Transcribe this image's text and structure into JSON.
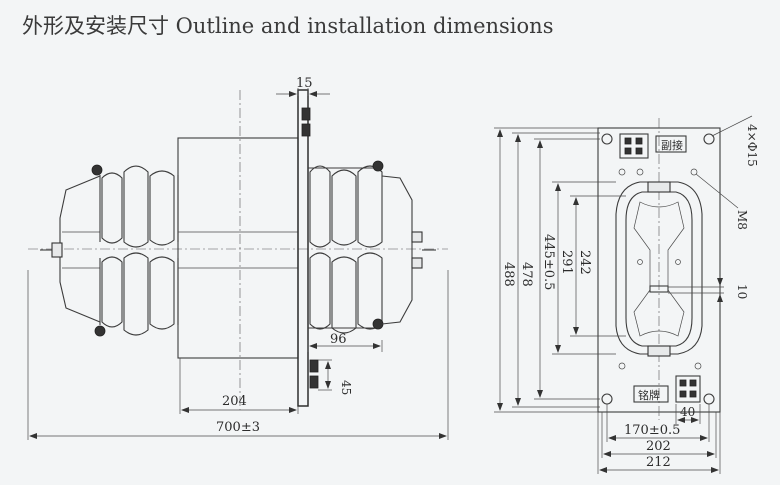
{
  "header": {
    "title": "外形及安装尺寸 Outline and installation dimensions"
  },
  "side_view": {
    "dims": {
      "flange_thickness": "15",
      "terminal_pitch": "96",
      "terminal_height": "45",
      "flange_offset": "204",
      "total_length": "700±3"
    }
  },
  "front_view": {
    "dims": {
      "holes": "4×Φ15",
      "bolt": "M8",
      "inner_242": "242",
      "inner_291": "291",
      "hole_spacing_v": "445±0.5",
      "plate_478": "478",
      "plate_488": "488",
      "gap_10": "10",
      "terminal_40": "40",
      "hole_spacing_h": "170±0.5",
      "width_202": "202",
      "width_212": "212"
    },
    "labels": {
      "top_plate": "副接",
      "nameplate": "铭牌"
    }
  }
}
